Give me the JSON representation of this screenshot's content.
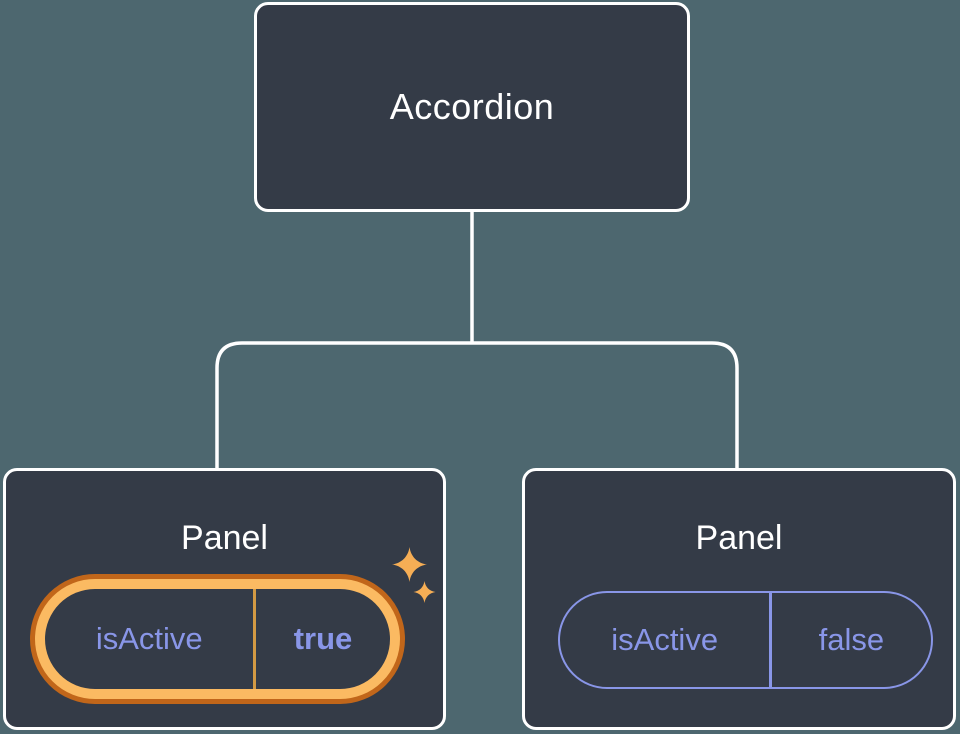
{
  "diagram": {
    "type": "component-tree",
    "root_node": {
      "label": "Accordion"
    },
    "panels": {
      "active": {
        "title": "Panel",
        "state_name": "isActive",
        "state_value": "true",
        "highlighted": true
      },
      "inactive": {
        "title": "Panel",
        "state_name": "isActive",
        "state_value": "false",
        "highlighted": false
      }
    },
    "colors": {
      "background": "#4d676f",
      "node_fill": "#343b47",
      "node_border": "#ffffff",
      "connector": "#ffffff",
      "node_text": "#ffffff",
      "state_text": "#8996e8",
      "state_pill_border": "#8996e8",
      "highlight_ring_outer": "#c1661a",
      "highlight_ring_inner": "#fbba62",
      "highlight_divider": "#d39a44",
      "sparkle": "#f6ae55"
    }
  }
}
